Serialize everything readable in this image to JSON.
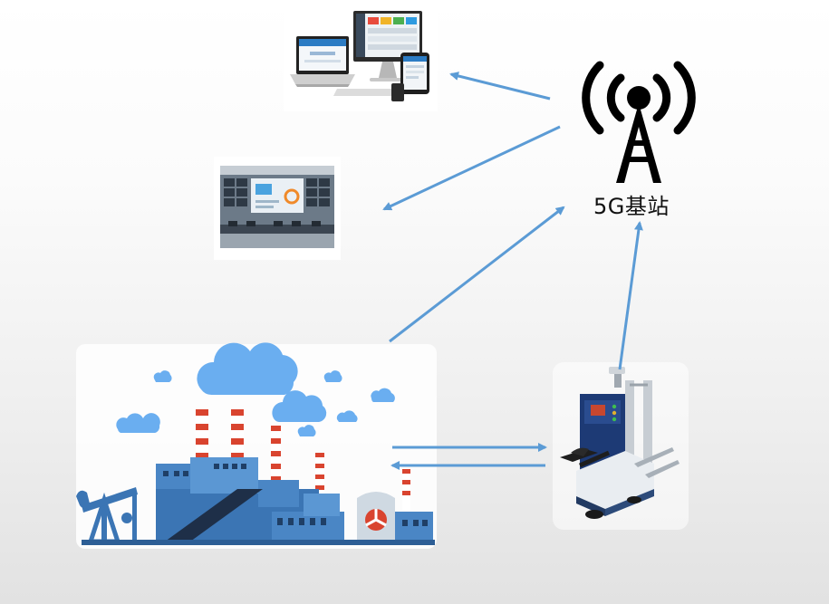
{
  "tower": {
    "label": "5G基站",
    "icon": "cell-tower-icon"
  },
  "nodes": [
    {
      "id": "devices",
      "icon": "multi-device-icon"
    },
    {
      "id": "control-room",
      "icon": "control-room-icon"
    },
    {
      "id": "factory",
      "icon": "factory-icon"
    },
    {
      "id": "agv",
      "icon": "agv-forklift-icon"
    }
  ],
  "colors": {
    "arrow": "#5b9bd5",
    "cloud": "#6aaef0",
    "factory_body": "#4a86c5",
    "chimney_red": "#d9442f"
  }
}
